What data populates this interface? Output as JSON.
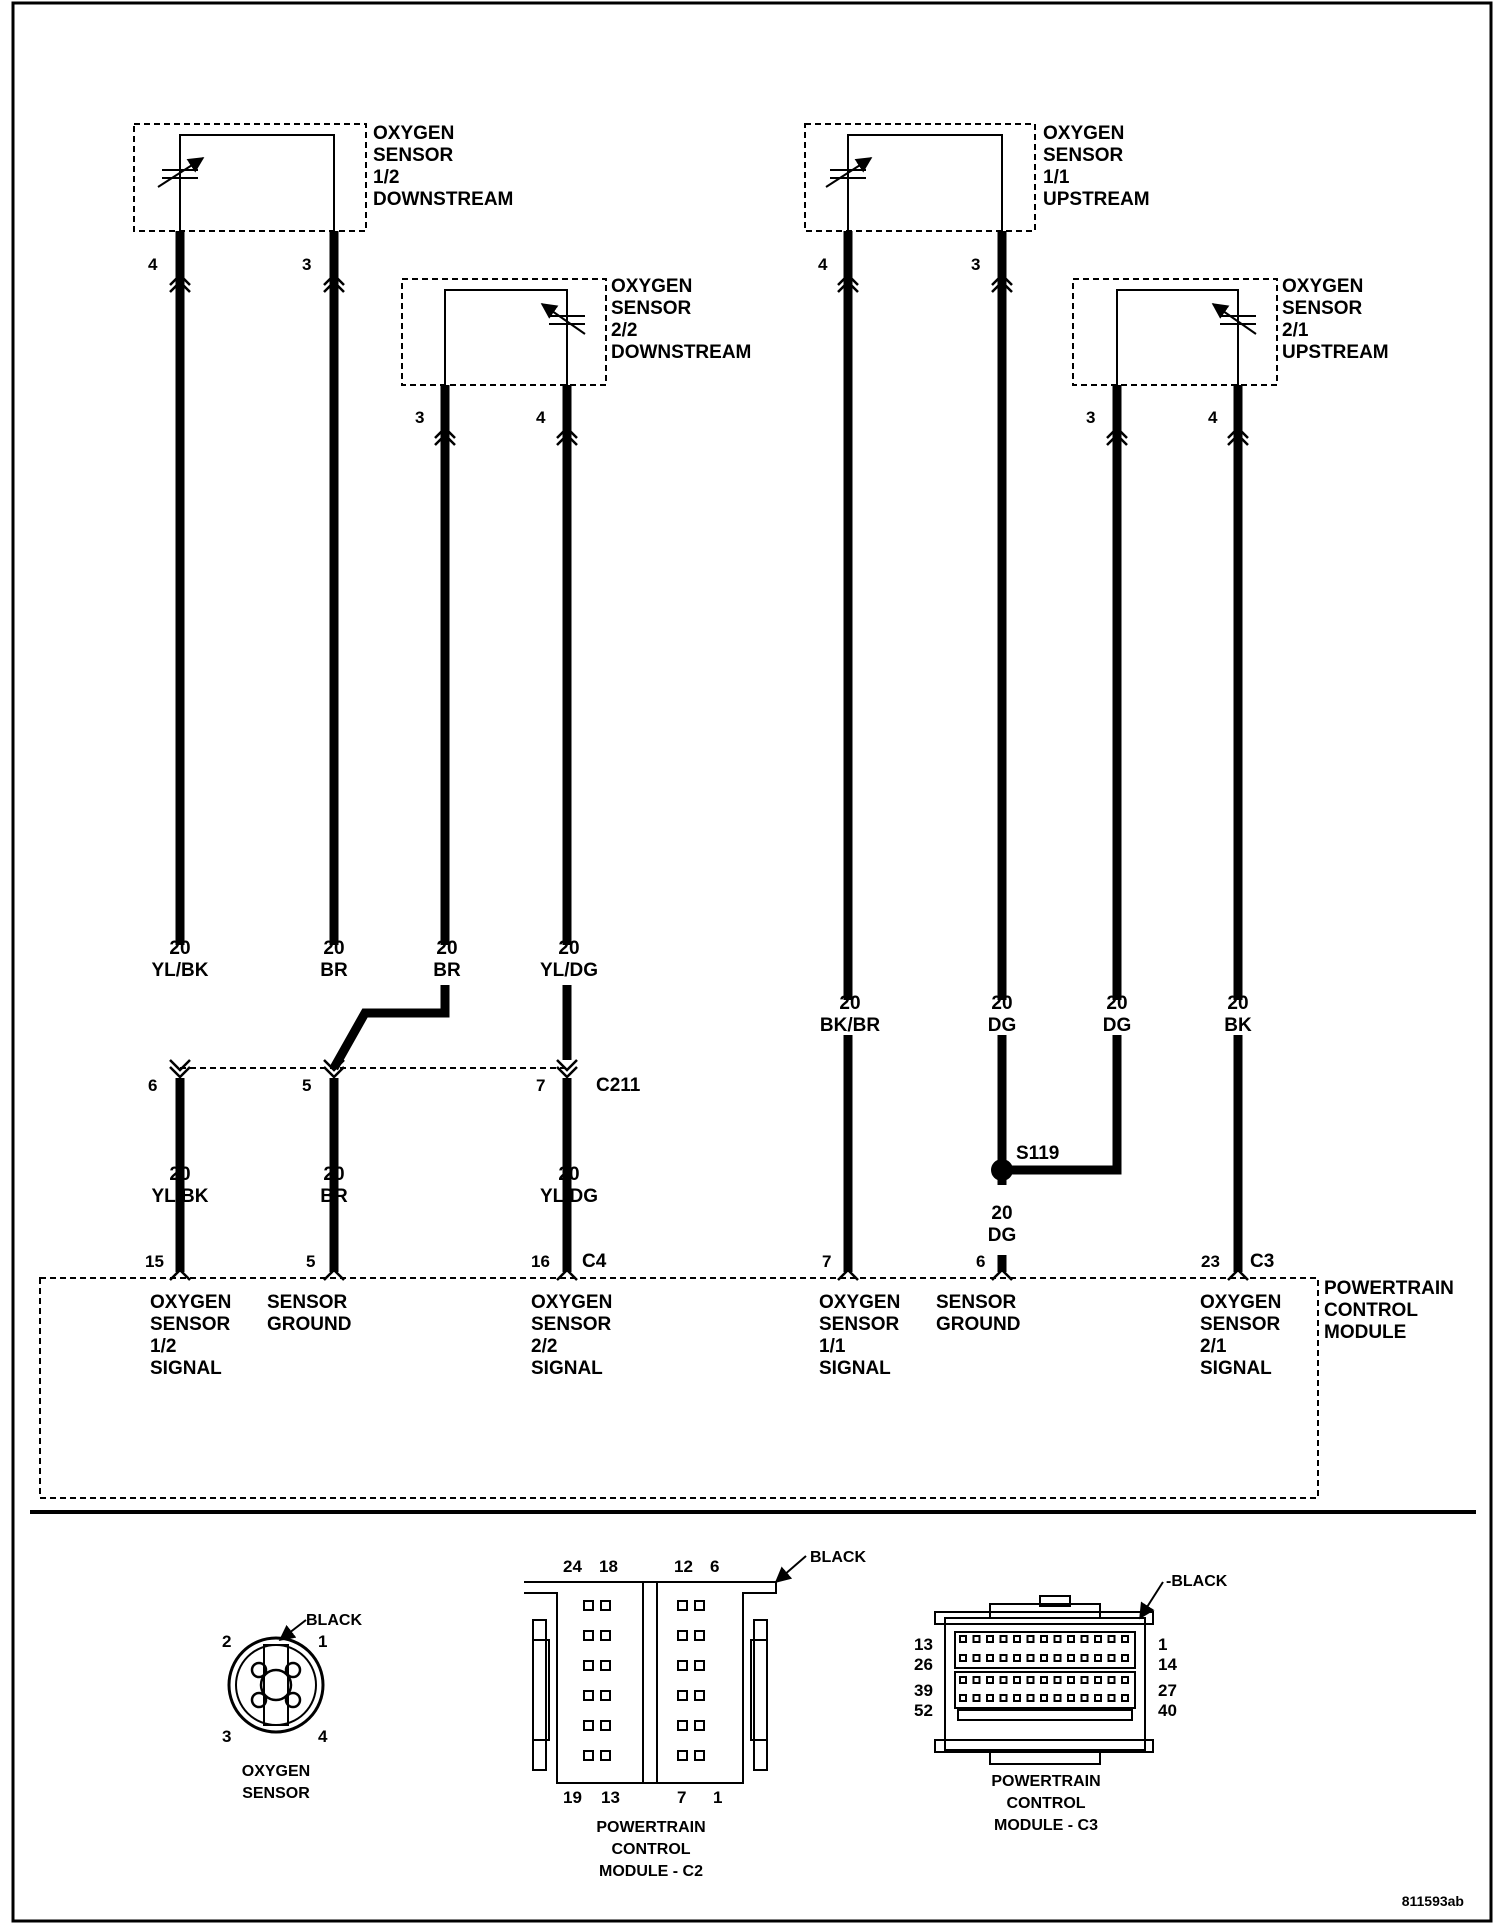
{
  "figure_id": "811593ab",
  "sensors": {
    "s12": {
      "lines": [
        "OXYGEN",
        "SENSOR",
        "1/2",
        "DOWNSTREAM"
      ],
      "pin_a": "4",
      "pin_b": "3"
    },
    "s22": {
      "lines": [
        "OXYGEN",
        "SENSOR",
        "2/2",
        "DOWNSTREAM"
      ],
      "pin_a": "3",
      "pin_b": "4"
    },
    "s11": {
      "lines": [
        "OXYGEN",
        "SENSOR",
        "1/1",
        "UPSTREAM"
      ],
      "pin_a": "4",
      "pin_b": "3"
    },
    "s21": {
      "lines": [
        "OXYGEN",
        "SENSOR",
        "2/1",
        "UPSTREAM"
      ],
      "pin_a": "3",
      "pin_b": "4"
    }
  },
  "wires_upper": [
    {
      "gauge": "20",
      "color": "YL/BK"
    },
    {
      "gauge": "20",
      "color": "BR"
    },
    {
      "gauge": "20",
      "color": "BR"
    },
    {
      "gauge": "20",
      "color": "YL/DG"
    },
    {
      "gauge": "20",
      "color": "BK/BR"
    },
    {
      "gauge": "20",
      "color": "DG"
    },
    {
      "gauge": "20",
      "color": "DG"
    },
    {
      "gauge": "20",
      "color": "BK"
    }
  ],
  "c211": {
    "name": "C211",
    "pins": [
      "6",
      "5",
      "7"
    ]
  },
  "wires_lower": [
    {
      "gauge": "20",
      "color": "YL/BK"
    },
    {
      "gauge": "20",
      "color": "BR"
    },
    {
      "gauge": "20",
      "color": "YL/DG"
    },
    {
      "gauge": "20",
      "color": "DG"
    }
  ],
  "splice": "S119",
  "pcm_pins": [
    "15",
    "5",
    "16",
    "7",
    "6",
    "23"
  ],
  "pcm_connectors": [
    "C4",
    "C3"
  ],
  "pcm": {
    "title": [
      "POWERTRAIN",
      "CONTROL",
      "MODULE"
    ],
    "signals": [
      [
        "OXYGEN",
        "SENSOR",
        "1/2",
        "SIGNAL"
      ],
      [
        "SENSOR",
        "GROUND"
      ],
      [
        "OXYGEN",
        "SENSOR",
        "2/2",
        "SIGNAL"
      ],
      [
        "OXYGEN",
        "SENSOR",
        "1/1",
        "SIGNAL"
      ],
      [
        "SENSOR",
        "GROUND"
      ],
      [
        "OXYGEN",
        "SENSOR",
        "2/1",
        "SIGNAL"
      ]
    ]
  },
  "views": {
    "oxygen_sensor": {
      "pins": [
        "2",
        "1",
        "3",
        "4"
      ],
      "color": "BLACK",
      "title": [
        "OXYGEN",
        "SENSOR"
      ]
    },
    "pcm_c2": {
      "top_pins": [
        "24",
        "18",
        "12",
        "6"
      ],
      "bottom_pins": [
        "19",
        "13",
        "7",
        "1"
      ],
      "color": "BLACK",
      "title": [
        "POWERTRAIN",
        "CONTROL",
        "MODULE - C2"
      ]
    },
    "pcm_c3": {
      "left_pins": [
        "13",
        "26",
        "39",
        "52"
      ],
      "right_pins": [
        "1",
        "14",
        "27",
        "40"
      ],
      "color": "-BLACK",
      "title": [
        "POWERTRAIN",
        "CONTROL",
        "MODULE - C3"
      ]
    }
  }
}
